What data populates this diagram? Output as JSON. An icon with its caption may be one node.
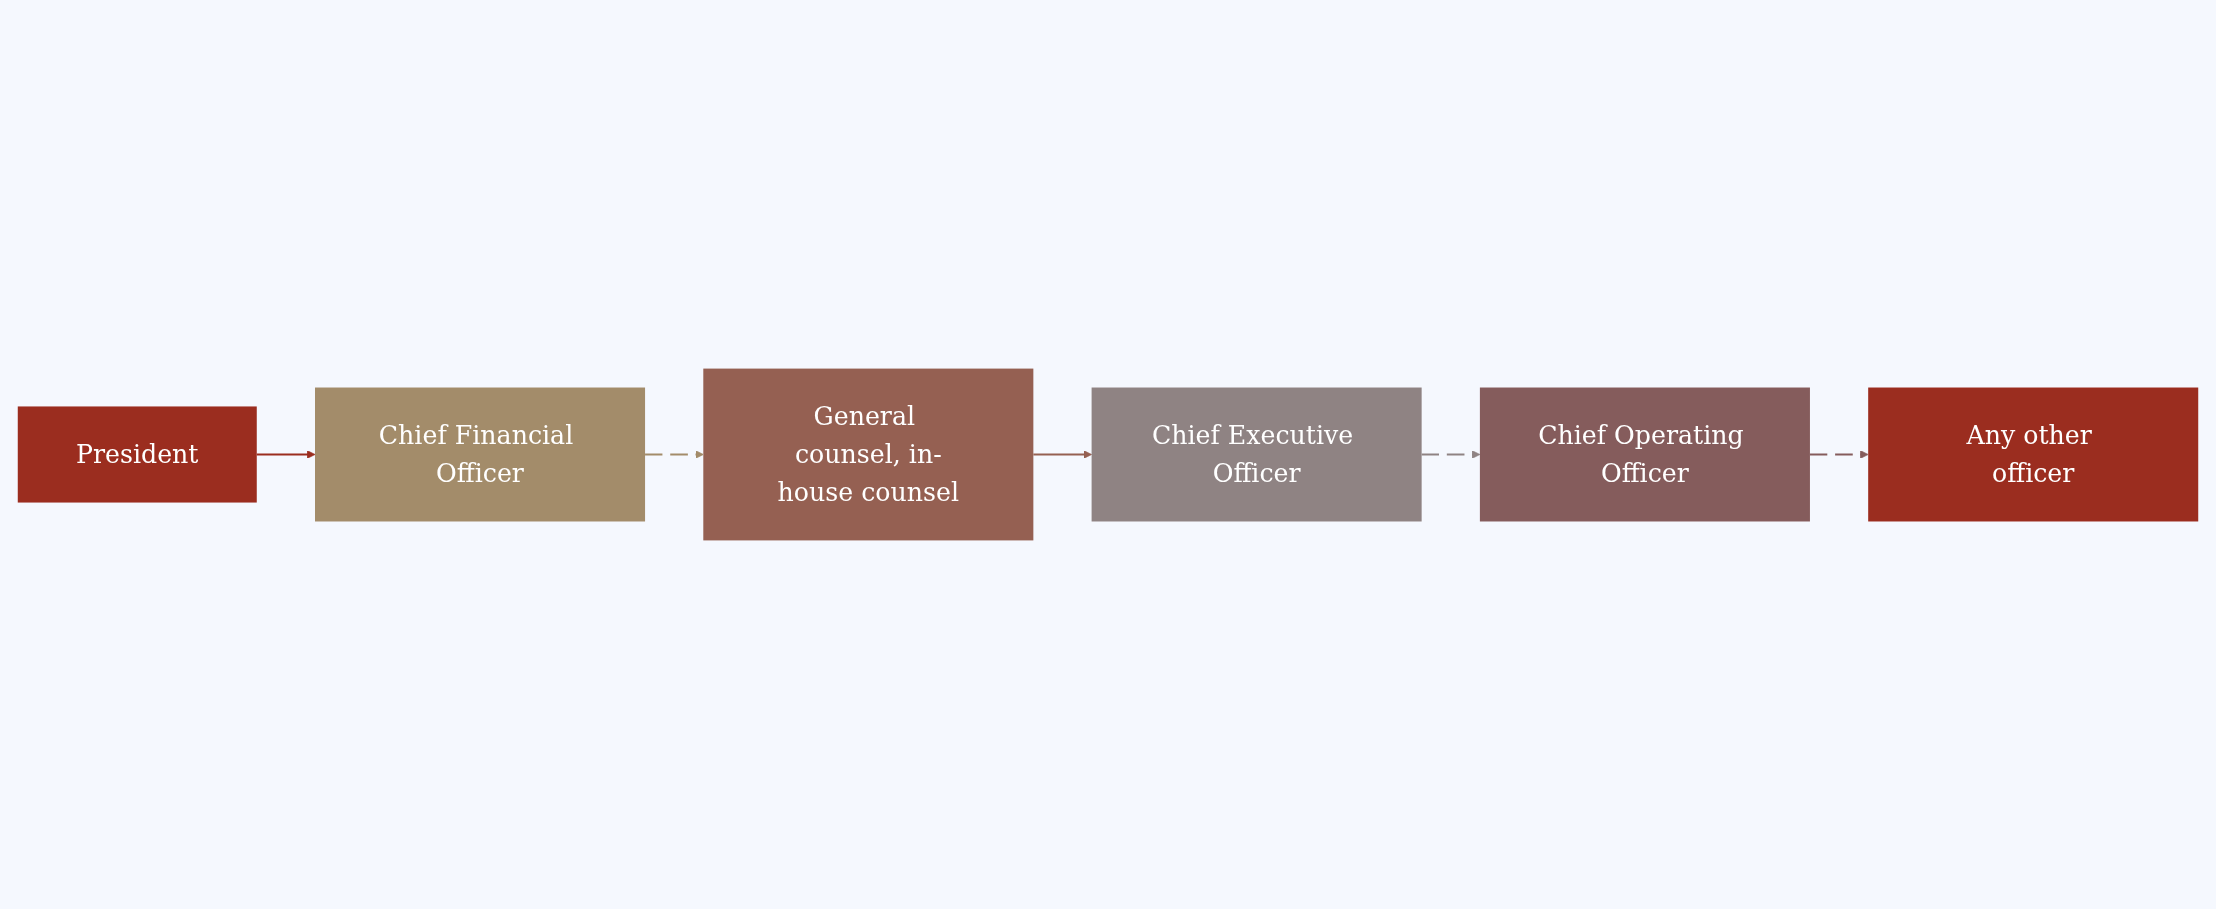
{
  "diagram": {
    "nodes": [
      {
        "text": [
          "President"
        ]
      },
      {
        "text": [
          "Chief Financial Officer"
        ]
      },
      {
        "text": [
          "General counsel, in-house counsel"
        ]
      },
      {
        "text": [
          "Chief Executive Officer"
        ]
      },
      {
        "text": [
          "Chief Operating Officer"
        ]
      },
      {
        "text": [
          "Any other officer"
        ]
      }
    ],
    "edges": [
      {
        "from": 0,
        "to": 1,
        "arrow": "to",
        "color": "#9b2d1f"
      },
      {
        "from": 1,
        "to": 2,
        "arrow": "to",
        "style": "dashed",
        "color": "#a38c6a"
      },
      {
        "from": 2,
        "to": 3,
        "arrow": "to",
        "color": "#956052"
      },
      {
        "from": 3,
        "to": 4,
        "arrow": "to",
        "style": "dashed",
        "color": "#8f8383"
      },
      {
        "from": 4,
        "to": 5,
        "arrow": "to",
        "style": "dashed",
        "color": "#855c5c"
      }
    ]
  }
}
